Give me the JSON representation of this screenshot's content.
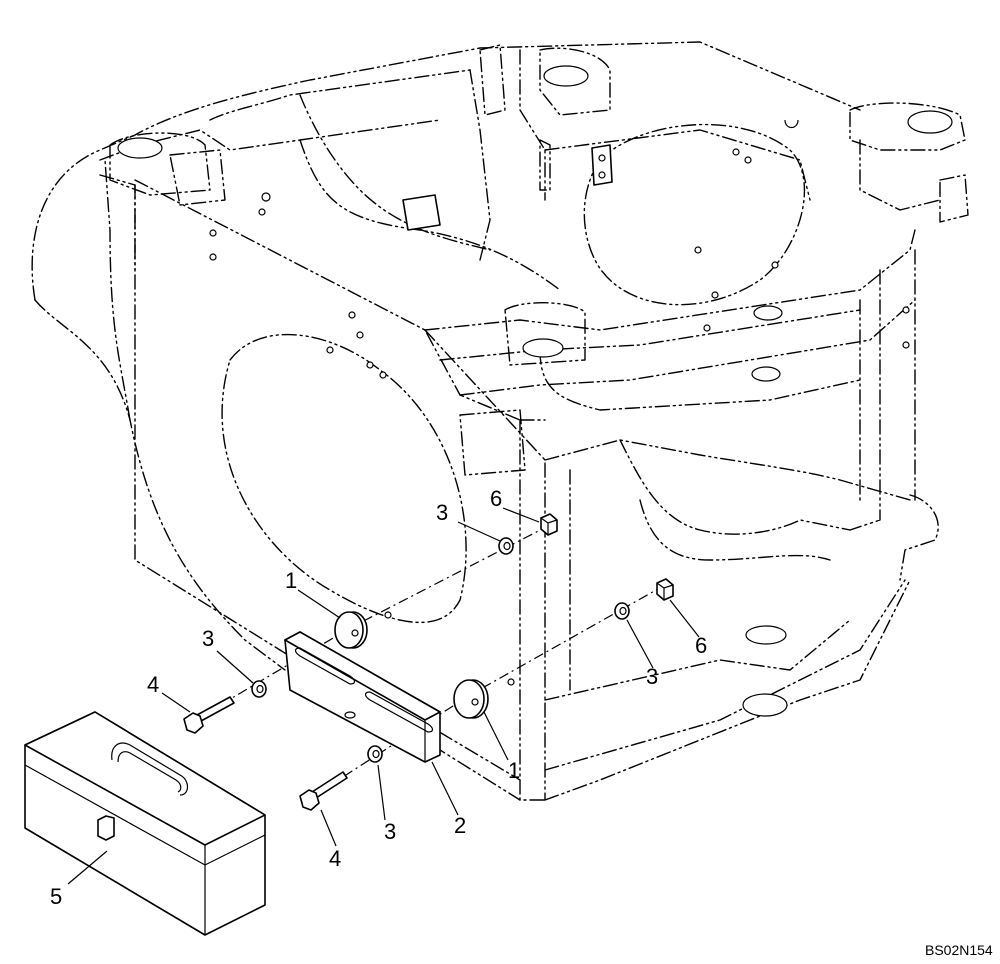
{
  "callouts": {
    "c1_upper": "1",
    "c1_lower": "1",
    "c2": "2",
    "c3_upper": "3",
    "c3_left": "3",
    "c3_right": "3",
    "c3_lower": "3",
    "c4_left": "4",
    "c4_lower": "4",
    "c5": "5",
    "c6_upper": "6",
    "c6_right": "6"
  },
  "drawing_ref": "BS02N154"
}
